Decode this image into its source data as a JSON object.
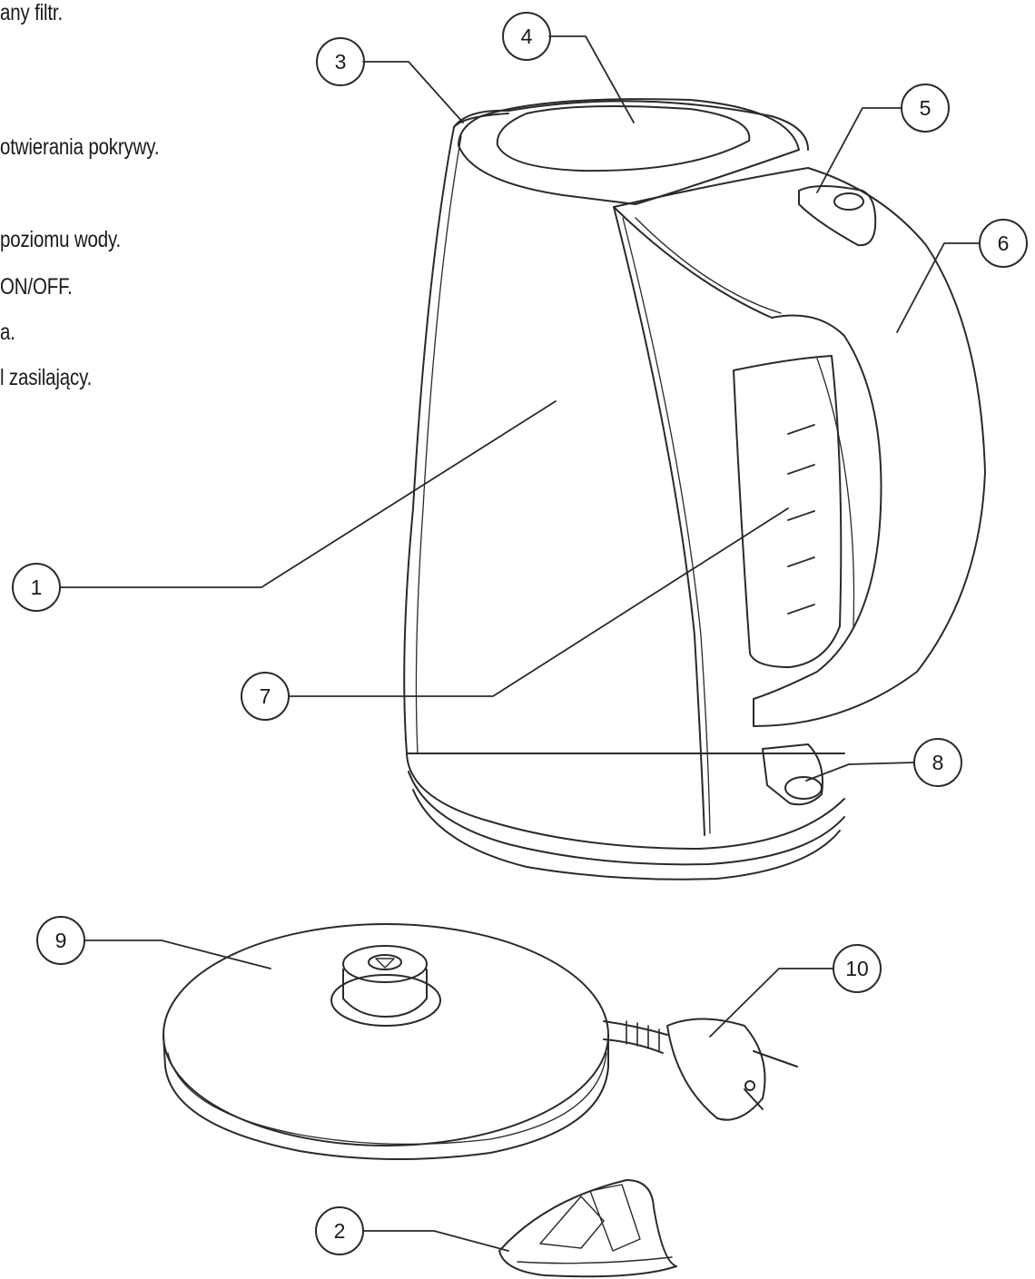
{
  "legend_lines": [
    "any filtr.",
    "otwierania pokrywy.",
    "poziomu wody.",
    "ON/OFF.",
    "a.",
    "l zasilający."
  ],
  "callouts": [
    {
      "id": "1",
      "label": "1",
      "part": "body"
    },
    {
      "id": "2",
      "label": "2",
      "part": "filter"
    },
    {
      "id": "3",
      "label": "3",
      "part": "spout"
    },
    {
      "id": "4",
      "label": "4",
      "part": "lid"
    },
    {
      "id": "5",
      "label": "5",
      "part": "lid-release-button"
    },
    {
      "id": "6",
      "label": "6",
      "part": "handle"
    },
    {
      "id": "7",
      "label": "7",
      "part": "water-level-window"
    },
    {
      "id": "8",
      "label": "8",
      "part": "power-switch"
    },
    {
      "id": "9",
      "label": "9",
      "part": "base"
    },
    {
      "id": "10",
      "label": "10",
      "part": "power-cord"
    }
  ]
}
